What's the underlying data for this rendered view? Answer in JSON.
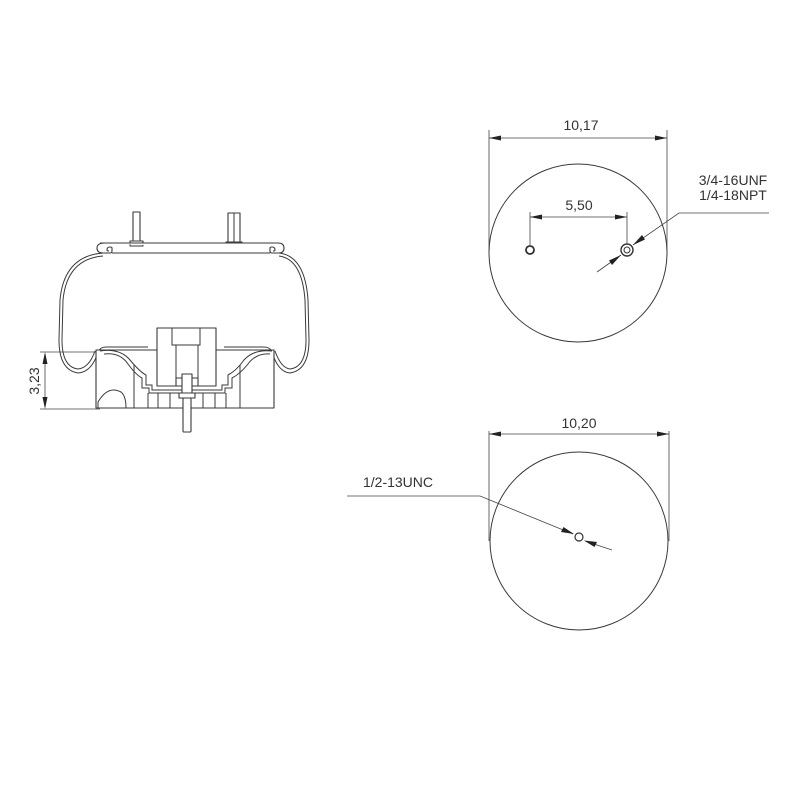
{
  "drawing": {
    "type": "technical-drawing",
    "subject": "air spring assembly",
    "side_view": {
      "height_dimension": "3,23"
    },
    "top_view": {
      "diameter_dimension": "10,17",
      "hole_spacing_dimension": "5,50",
      "port_labels": [
        "3/4-16UNF",
        "1/4-18NPT"
      ]
    },
    "bottom_view": {
      "diameter_dimension": "10,20",
      "stud_label": "1/2-13UNC"
    },
    "colors": {
      "line": "#3a3a3a",
      "background": "#ffffff",
      "text": "#333333"
    }
  }
}
